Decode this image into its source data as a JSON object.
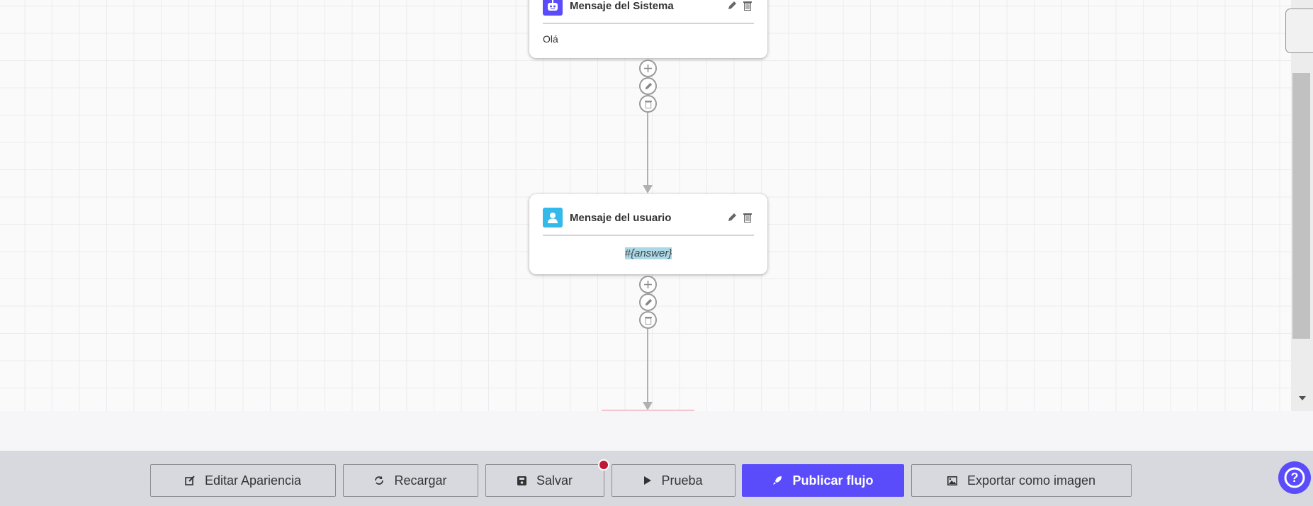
{
  "nodes": [
    {
      "title": "Mensaje del Sistema",
      "body": "Olá",
      "icon": "robot-icon",
      "icon_color": "#5a4cfa"
    },
    {
      "title": "Mensaje del usuario",
      "body": "#{answer}",
      "icon": "user-icon",
      "icon_color": "#33b9ea"
    }
  ],
  "toolbar": {
    "edit_appearance": "Editar Apariencia",
    "reload": "Recargar",
    "save": "Salvar",
    "test": "Prueba",
    "publish": "Publicar flujo",
    "export": "Exportar como imagen"
  },
  "colors": {
    "accent": "#5a4cfa",
    "unsaved_dot": "#bd1a35",
    "bar": "#d8d9de"
  }
}
